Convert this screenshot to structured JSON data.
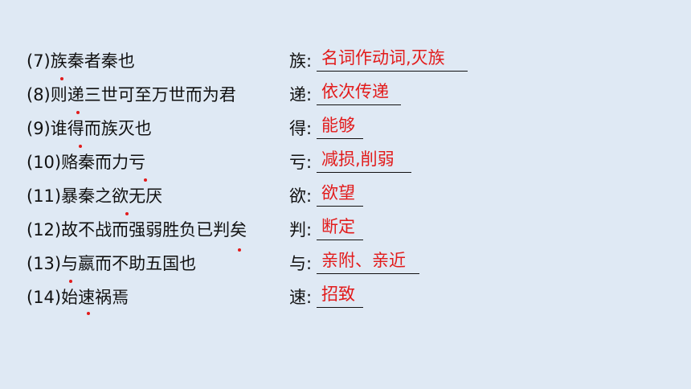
{
  "rows": [
    {
      "sentence": "(7)族秦者秦也",
      "target": "族:",
      "answer": "名词作动词,灭族"
    },
    {
      "sentence": "(8)则递三世可至万世而为君",
      "target": "递:",
      "answer": "依次传递"
    },
    {
      "sentence": "(9)谁得而族灭也",
      "target": "得:",
      "answer": "能够"
    },
    {
      "sentence": "(10)赂秦而力亏",
      "target": "亏:",
      "answer": "减损,削弱"
    },
    {
      "sentence": "(11)暴秦之欲无厌",
      "target": "欲:",
      "answer": "欲望"
    },
    {
      "sentence": "(12)故不战而强弱胜负已判矣",
      "target": "判:",
      "answer": "断定"
    },
    {
      "sentence": "(13)与嬴而不助五国也",
      "target": "与:",
      "answer": "亲附、亲近"
    },
    {
      "sentence": "(14)始速祸焉",
      "target": "速:",
      "answer": "招致"
    }
  ],
  "colors": {
    "background": "#dfe9f4",
    "answer": "#e21b1b",
    "text": "#111111"
  }
}
